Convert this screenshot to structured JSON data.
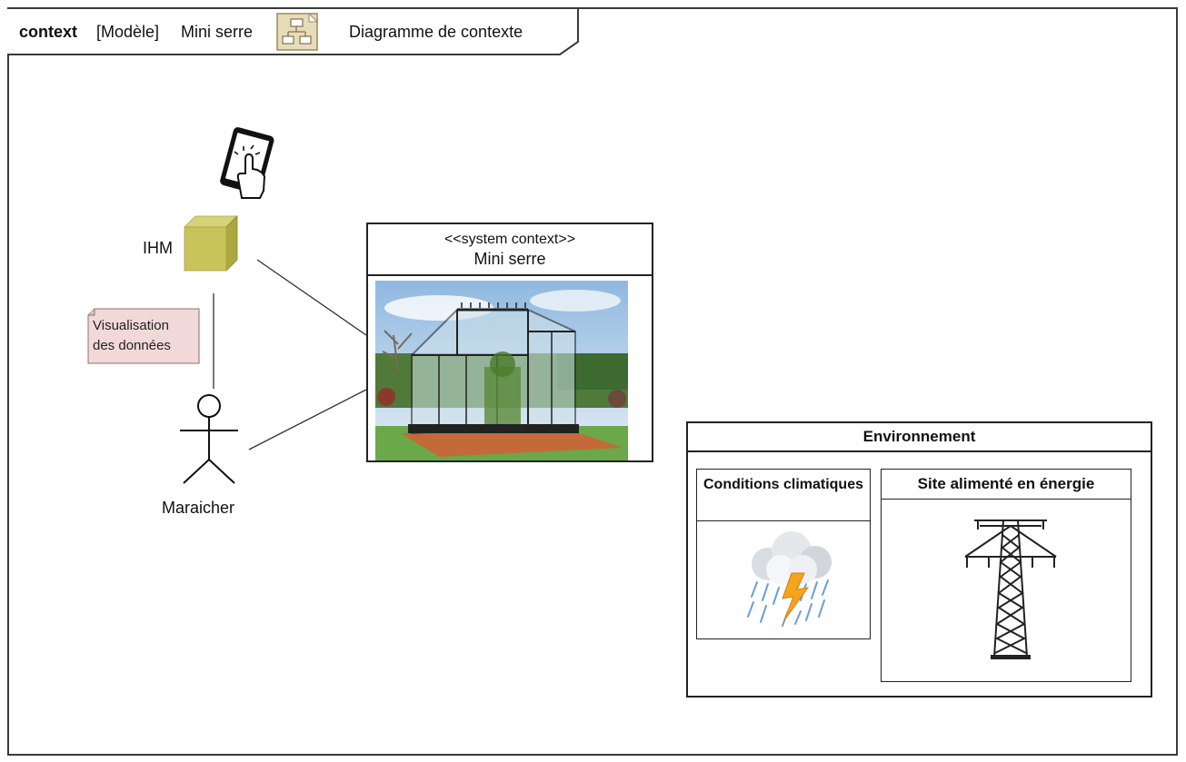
{
  "header": {
    "keyword": "context",
    "model": "[Modèle]",
    "name": "Mini serre",
    "diagram_type": "Diagramme de contexte",
    "icon": "diagram-icon"
  },
  "system": {
    "stereotype": "<<system context>>",
    "name": "Mini serre",
    "image": "greenhouse-photo"
  },
  "actors": {
    "ihm": {
      "label": "IHM",
      "icon": "tablet-touch-icon"
    },
    "maraicher": {
      "label": "Maraicher",
      "icon": "stick-figure-icon"
    }
  },
  "note": {
    "text": "Visualisation des données"
  },
  "environment": {
    "title": "Environnement",
    "climate": {
      "title": "Conditions climatiques",
      "icon": "storm-cloud-icon"
    },
    "power": {
      "title": "Site alimenté en énergie",
      "icon": "power-pylon-icon"
    }
  },
  "colors": {
    "frame": "#3a3a3a",
    "ihm_cube": "#c8c45a",
    "note_fill": "#f2d9d9",
    "tab_icon_fill": "#e8dcb8"
  }
}
